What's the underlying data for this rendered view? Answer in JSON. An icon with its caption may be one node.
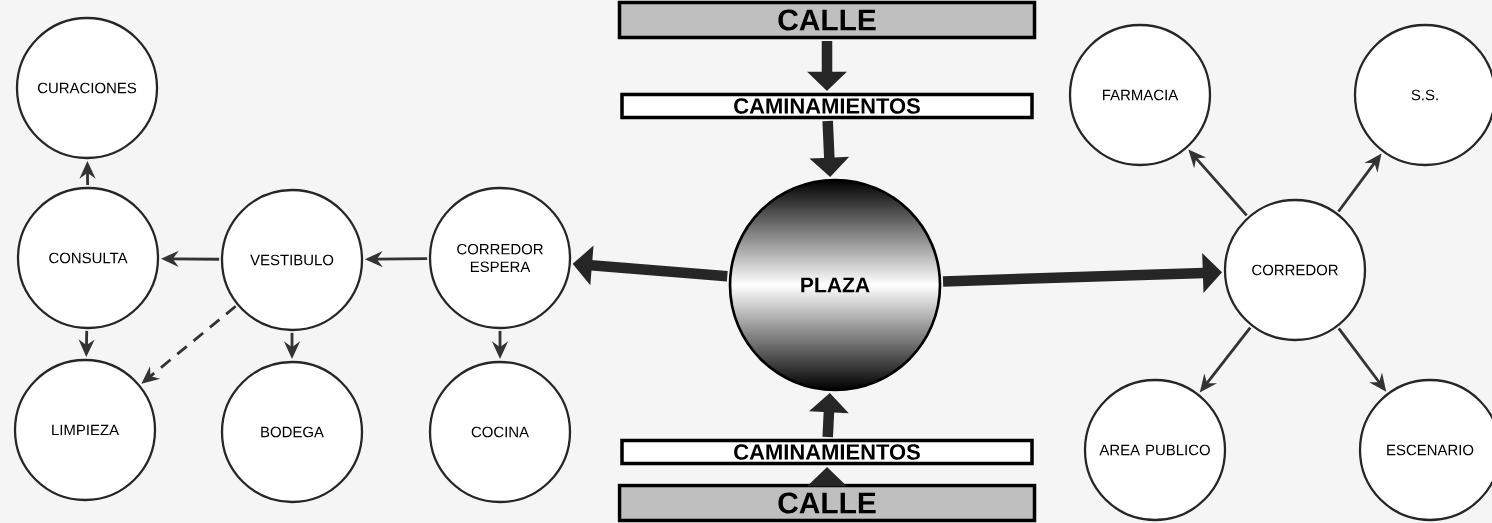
{
  "diagram": {
    "nodes": [
      {
        "text": [
          "CURACIONES"
        ]
      },
      {
        "text": [
          "CALLE"
        ]
      },
      {
        "text": [
          "FARMACIA"
        ]
      },
      {
        "text": [
          "S.S."
        ]
      },
      {
        "text": [
          "CAMINAMIENTOS"
        ]
      },
      {
        "text": [
          "CONSULTA"
        ]
      },
      {
        "text": [
          "VESTIBULO"
        ]
      },
      {
        "text": [
          "CORREDOR ESPERA"
        ]
      },
      {
        "text": [
          "PLAZA"
        ]
      },
      {
        "text": [
          "CORREDOR"
        ]
      },
      {
        "text": [
          "LIMPIEZA"
        ]
      },
      {
        "text": [
          "BODEGA"
        ]
      },
      {
        "text": [
          "COCINA"
        ]
      },
      {
        "text": [
          "CAMINAMIENTOS"
        ]
      },
      {
        "text": [
          "AREA PUBLICO"
        ]
      },
      {
        "text": [
          "ESCENARIO"
        ]
      },
      {
        "text": [
          "CALLE"
        ]
      }
    ],
    "edges": [
      {
        "from": 1,
        "to": 4,
        "arrow": "to",
        "style": "thick"
      },
      {
        "from": 4,
        "to": 8,
        "arrow": "to",
        "style": "thick"
      },
      {
        "from": 16,
        "to": 13,
        "arrow": "to",
        "style": "thick"
      },
      {
        "from": 13,
        "to": 8,
        "arrow": "to",
        "style": "thick"
      },
      {
        "from": 8,
        "to": 7,
        "arrow": "to",
        "style": "thick"
      },
      {
        "from": 8,
        "to": 9,
        "arrow": "to",
        "style": "thick"
      },
      {
        "from": 7,
        "to": 6,
        "arrow": "to"
      },
      {
        "from": 6,
        "to": 5,
        "arrow": "to"
      },
      {
        "from": 5,
        "to": 0,
        "arrow": "to"
      },
      {
        "from": 5,
        "to": 10,
        "arrow": "to"
      },
      {
        "from": 6,
        "to": 11,
        "arrow": "to"
      },
      {
        "from": 6,
        "to": 10,
        "arrow": "to",
        "style": "dashed"
      },
      {
        "from": 7,
        "to": 12,
        "arrow": "to"
      },
      {
        "from": 9,
        "to": 2,
        "arrow": "to"
      },
      {
        "from": 9,
        "to": 3,
        "arrow": "to"
      },
      {
        "from": 9,
        "to": 14,
        "arrow": "to"
      },
      {
        "from": 9,
        "to": 15,
        "arrow": "to"
      }
    ]
  }
}
